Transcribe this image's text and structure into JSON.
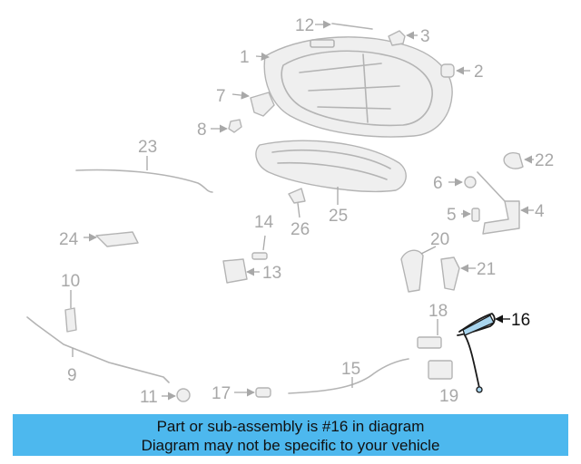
{
  "callouts": {
    "c1": "1",
    "c2": "2",
    "c3": "3",
    "c4": "4",
    "c5": "5",
    "c6": "6",
    "c7": "7",
    "c8": "8",
    "c9": "9",
    "c10": "10",
    "c11": "11",
    "c12": "12",
    "c13": "13",
    "c14": "14",
    "c15": "15",
    "c16": "16",
    "c17": "17",
    "c18": "18",
    "c19": "19",
    "c20": "20",
    "c21": "21",
    "c22": "22",
    "c23": "23",
    "c24": "24",
    "c25": "25",
    "c26": "26"
  },
  "highlighted_part": "16",
  "colors": {
    "banner": "#4db8ee",
    "highlight": "#a9d5ee",
    "muted": "#a8a8a8"
  },
  "banner": {
    "line1": "Part or sub-assembly is #16 in diagram",
    "line2": "Diagram may not be specific to your vehicle"
  }
}
